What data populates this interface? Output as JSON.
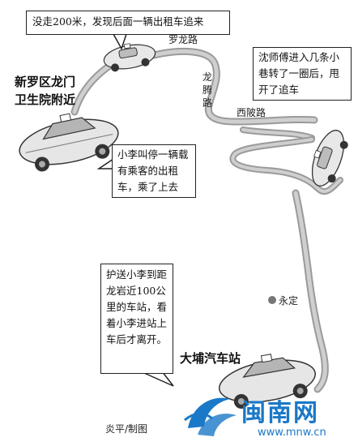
{
  "bubbles": {
    "b1": "没走200米，发现后面一辆出租车追来",
    "b2": "沈师傅进入几条小巷转了一圈后，甩开了追车",
    "b3": "小李叫停一辆载有乘客的出租车，乘了上去",
    "b4": "护送小李到距龙岩近100公里的车站，看着小李进站上车后才离开。"
  },
  "places": {
    "start_line1": "新罗区龙门",
    "start_line2": "卫生院附近",
    "station": "大埔汽车站",
    "yongding": "永定"
  },
  "roads": {
    "luolong": "罗龙路",
    "longteng_1": "龙",
    "longteng_2": "腾",
    "longteng_3": "路",
    "xipo": "西陂路"
  },
  "credit": "炎平/制图",
  "watermark": {
    "brand": "闽南网",
    "url": "www.mnw.cn"
  },
  "colors": {
    "route": "#b9b9b9",
    "route_edge": "#8a8a8a",
    "car": "#e6e6e6",
    "ink": "#111111",
    "brand_blue": "#1a78c8"
  }
}
